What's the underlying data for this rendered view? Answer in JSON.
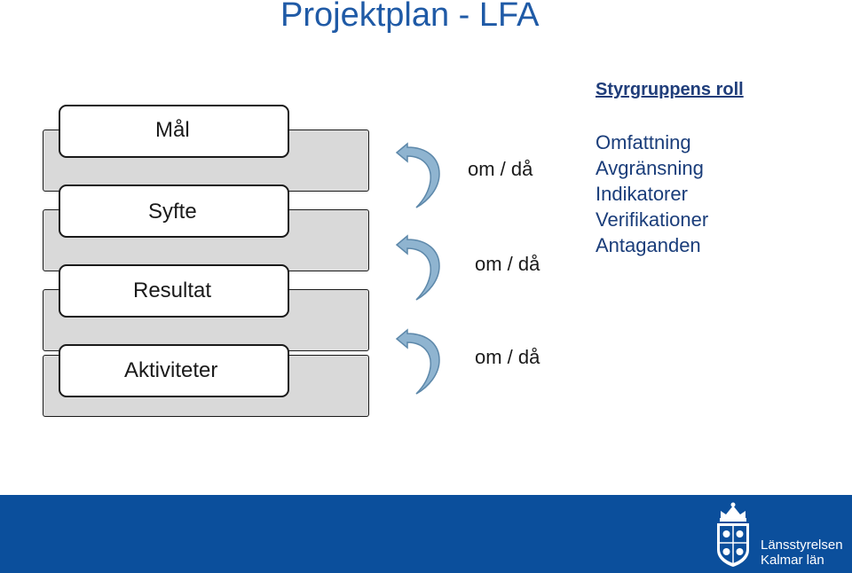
{
  "title": "Projektplan - LFA",
  "levels": [
    {
      "label": "Mål"
    },
    {
      "label": "Syfte"
    },
    {
      "label": "Resultat"
    },
    {
      "label": "Aktiviteter"
    }
  ],
  "connectors": [
    "om / då",
    "om / då",
    "om / då"
  ],
  "role": {
    "heading": "Styrgruppens roll",
    "items": [
      "Omfattning",
      "Avgränsning",
      "Indikatorer",
      "Verifikationer",
      "Antaganden"
    ]
  },
  "footer": {
    "brand_line1": "Länsstyrelsen",
    "brand_line2": "Kalmar län"
  },
  "colors": {
    "title": "#1f5aa6",
    "footer": "#0b4f9c",
    "card_fill": "#d9d9d9",
    "arrow": "#8fb4d0"
  },
  "icons": [
    "curved-arrow-icon",
    "crest-icon"
  ]
}
